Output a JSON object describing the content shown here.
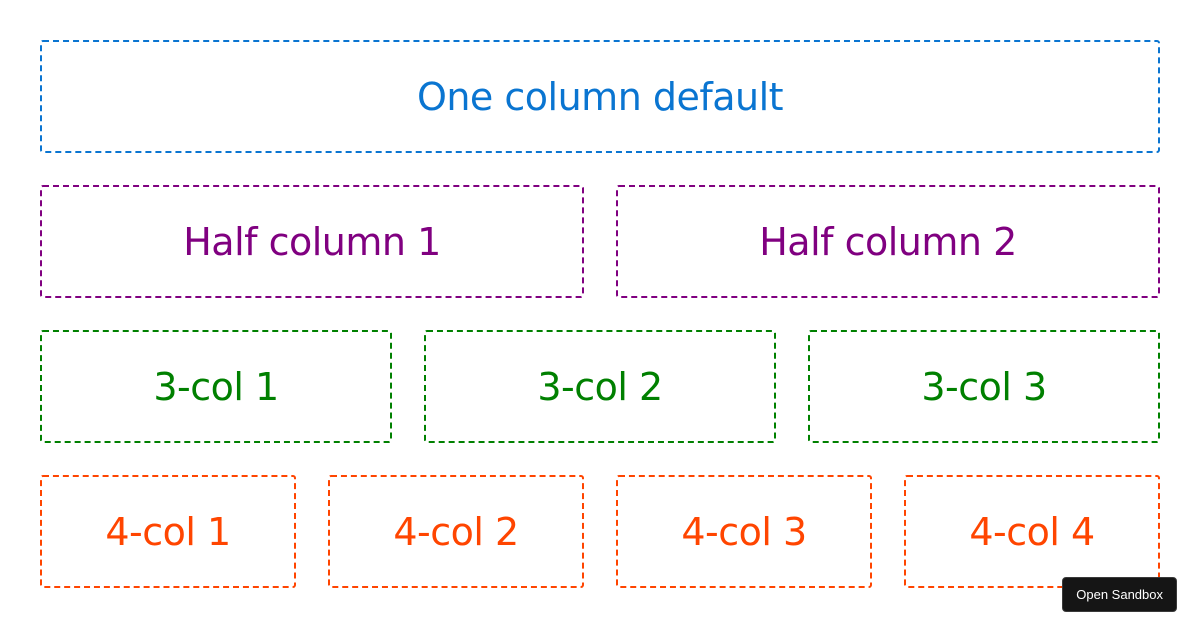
{
  "rows": {
    "one": {
      "cells": [
        "One column default"
      ]
    },
    "half": {
      "cells": [
        "Half column 1",
        "Half column 2"
      ]
    },
    "three": {
      "cells": [
        "3-col 1",
        "3-col 2",
        "3-col 3"
      ]
    },
    "four": {
      "cells": [
        "4-col 1",
        "4-col 2",
        "4-col 3",
        "4-col 4"
      ]
    }
  },
  "colors": {
    "one": "#0a75d1",
    "half": "#800080",
    "three": "#008000",
    "four": "#ff4500"
  },
  "sandbox_button": {
    "label": "Open Sandbox"
  }
}
